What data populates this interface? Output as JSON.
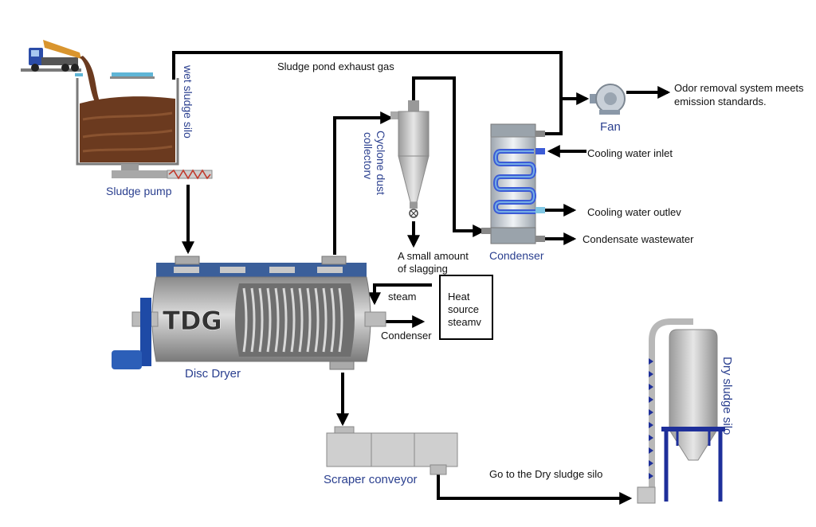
{
  "labels": {
    "exhaust_gas": "Sludge pond exhaust gas",
    "wet_silo": "wet sludge silo",
    "sludge_pump": "Sludge pump",
    "cyclone_line1": "Cyclone dust",
    "cyclone_line2": "collectorv",
    "fan": "Fan",
    "odor_line1": "Odor removal system meets",
    "odor_line2": "emission standards.",
    "cooling_in": "Cooling water inlet",
    "cooling_out": "Cooling water outlev",
    "condensate": "Condensate wastewater",
    "condenser_unit": "Condenser",
    "slag_line1": "A small amount",
    "slag_line2": "of slagging",
    "steam": "steam",
    "heat_line1": "Heat",
    "heat_line2": "source",
    "heat_line3": "steamv",
    "condenser_out": "Condenser",
    "dryer_brand": "TDG",
    "disc_dryer": "Disc Dryer",
    "scraper": "Scraper conveyor",
    "go_dry": "Go to the Dry sludge silo",
    "dry_silo": "Dry sludge silo"
  },
  "colors": {
    "label_blue": "#2a3f8f",
    "sludge_brown": "#6b3a1f",
    "steel_gray": "#b8b8b8",
    "frame_blue": "#1e2f9a",
    "coil_blue": "#3b5bd6",
    "line_black": "#000000"
  }
}
